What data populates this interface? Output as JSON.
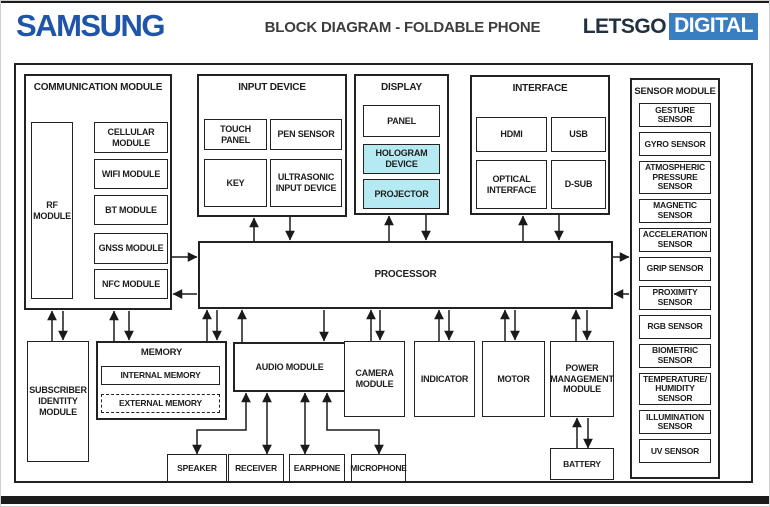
{
  "header": {
    "brand": "SAMSUNG",
    "title": "BLOCK DIAGRAM - FOLDABLE PHONE",
    "logo_letsgo": "LETSGO",
    "logo_digital": "DIGITAL"
  },
  "colors": {
    "samsung_blue": "#1f55a8",
    "logo_navy": "#22303f",
    "logo_blue": "#3a7ec2",
    "highlight_cyan": "#b5eaf2",
    "line": "#1a1a1a"
  },
  "diagram": {
    "communication_module": {
      "title": "COMMUNICATION MODULE",
      "rf": "RF MODULE",
      "sub_modules": [
        "CELLULAR MODULE",
        "WIFI MODULE",
        "BT MODULE",
        "GNSS MODULE",
        "NFC MODULE"
      ]
    },
    "input_device": {
      "title": "INPUT DEVICE",
      "items": [
        "TOUCH PANEL",
        "PEN SENSOR",
        "KEY",
        "ULTRASONIC INPUT DEVICE"
      ]
    },
    "display": {
      "title": "DISPLAY",
      "items": [
        {
          "label": "PANEL",
          "highlight": false
        },
        {
          "label": "HOLOGRAM DEVICE",
          "highlight": true
        },
        {
          "label": "PROJECTOR",
          "highlight": true
        }
      ]
    },
    "interface": {
      "title": "INTERFACE",
      "items": [
        "HDMI",
        "USB",
        "OPTICAL INTERFACE",
        "D-SUB"
      ]
    },
    "processor": "PROCESSOR",
    "sensor_module": {
      "title": "SENSOR MODULE",
      "sensors": [
        "GESTURE SENSOR",
        "GYRO SENSOR",
        "ATMOSPHERIC PRESSURE SENSOR",
        "MAGNETIC SENSOR",
        "ACCELERATION SENSOR",
        "GRIP SENSOR",
        "PROXIMITY SENSOR",
        "RGB SENSOR",
        "BIOMETRIC SENSOR",
        "TEMPERATURE/ HUMIDITY SENSOR",
        "ILLUMINATION SENSOR",
        "UV SENSOR"
      ]
    },
    "sim": "SUBSCRIBER IDENTITY MODULE",
    "memory": {
      "title": "MEMORY",
      "internal": "INTERNAL MEMORY",
      "external": "EXTERNAL MEMORY"
    },
    "audio": "AUDIO MODULE",
    "camera": "CAMERA MODULE",
    "indicator": "INDICATOR",
    "motor": "MOTOR",
    "power": "POWER MANAGEMENT MODULE",
    "battery": "BATTERY",
    "peripherals": [
      "SPEAKER",
      "RECEIVER",
      "EARPHONE",
      "MICROPHONE"
    ]
  }
}
